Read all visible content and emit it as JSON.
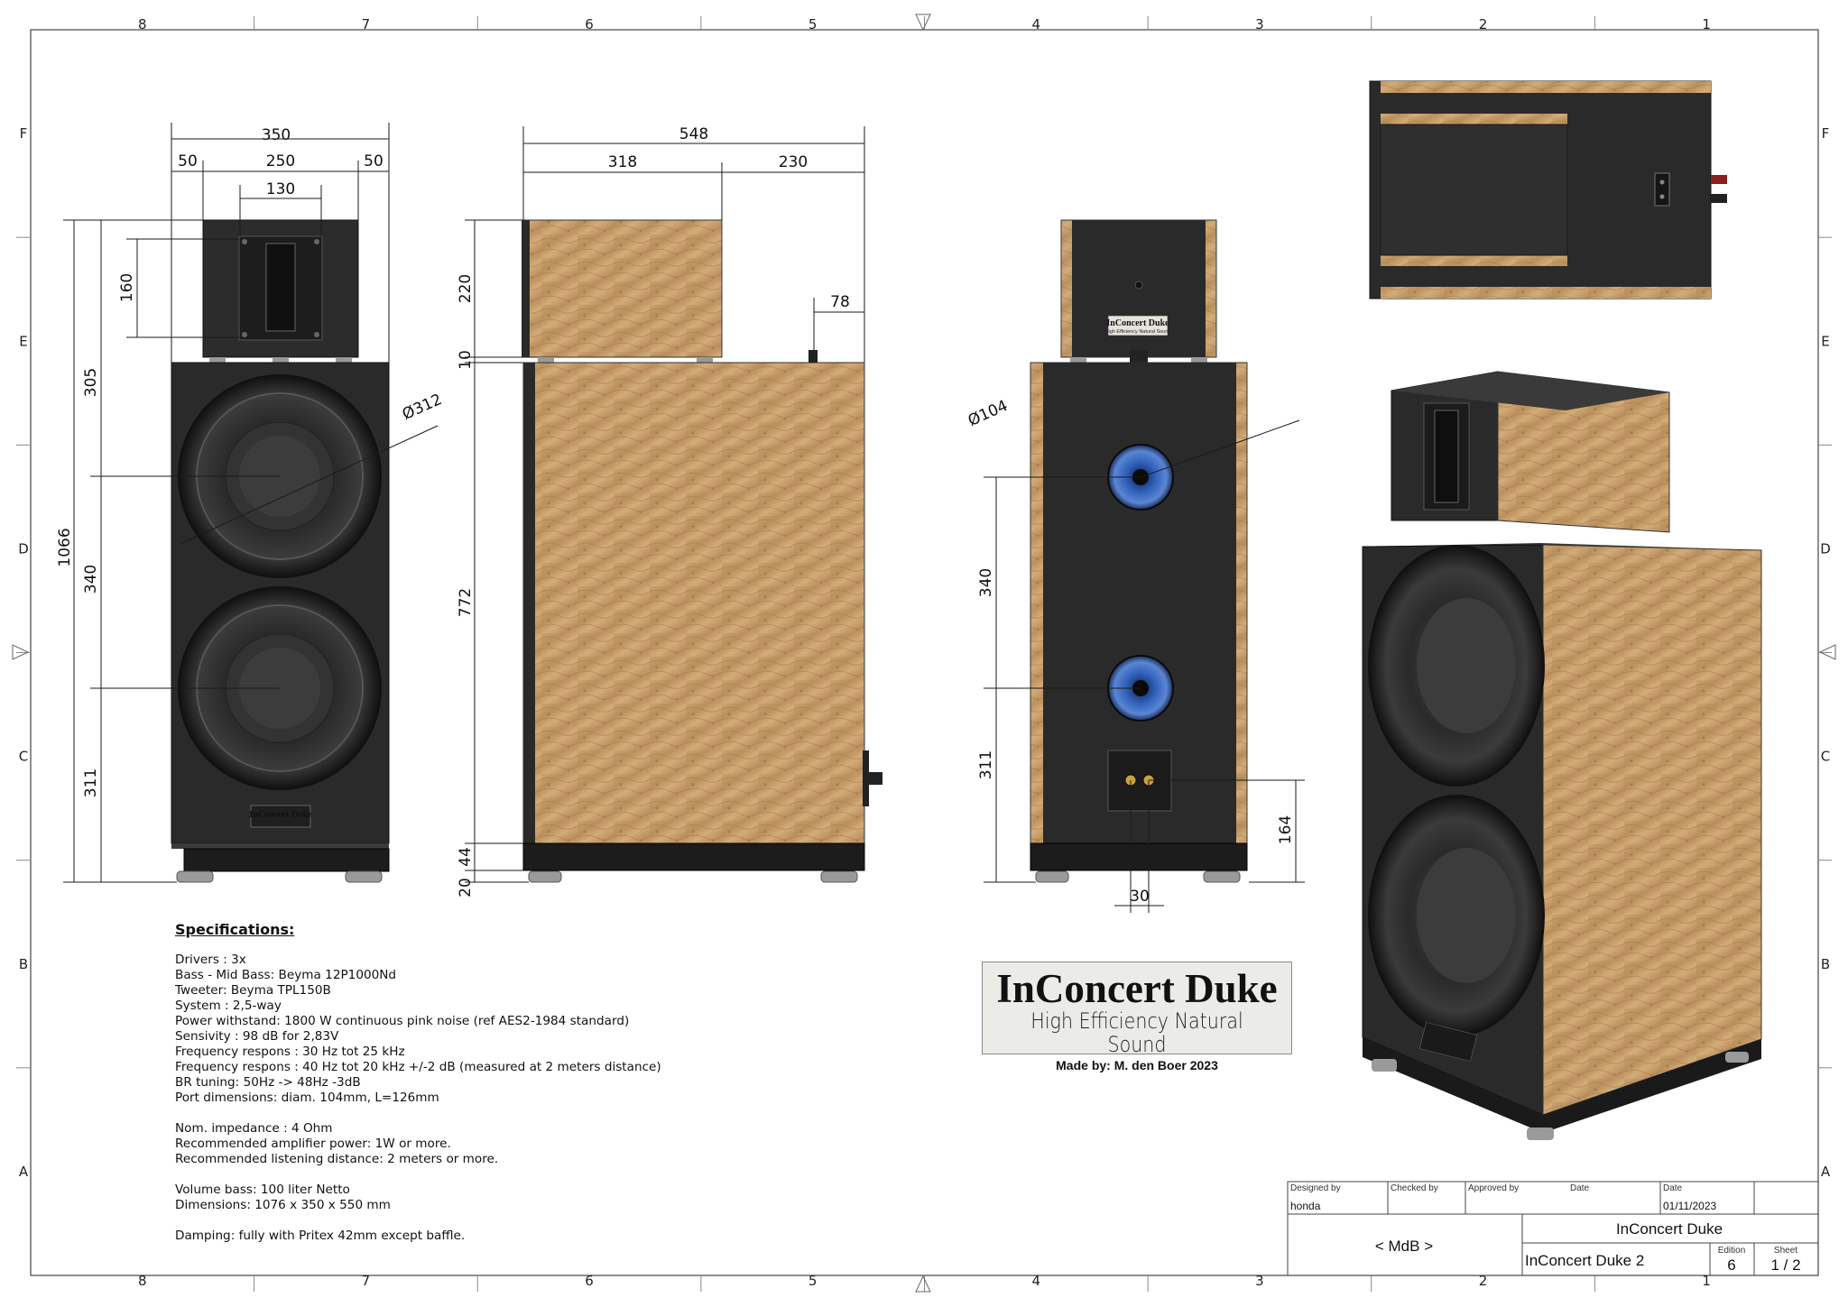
{
  "frame": {
    "columns": [
      "8",
      "7",
      "6",
      "5",
      "4",
      "3",
      "2",
      "1"
    ],
    "rows": [
      "F",
      "E",
      "D",
      "C",
      "B",
      "A"
    ]
  },
  "dimensions": {
    "front": {
      "overall_width": "350",
      "side_left": "50",
      "inner_width": "250",
      "side_right": "50",
      "tweeter_width": "130",
      "tweeter_height": "160",
      "overall_height": "1066",
      "tweeter_to_woofer": "305",
      "woofer_spacing": "340",
      "woofer_to_floor": "311",
      "woofer_diameter": "Ø312"
    },
    "side": {
      "overall_depth": "548",
      "top_depth": "318",
      "rear_offset": "230",
      "top_height": "220",
      "spacer": "10",
      "cabinet_height": "772",
      "plinth": "44",
      "feet": "20",
      "terminal_offset": "78"
    },
    "rear": {
      "port_diameter": "Ø104",
      "port_spacing": "340",
      "port_to_floor": "311",
      "terminal_height": "164",
      "terminal_spacing": "30"
    }
  },
  "labels": {
    "cabinet_badge": "InConcert Duke",
    "top_badge_line1": "InConcert Duke",
    "top_badge_line2": "High Efficiency Natural Sound"
  },
  "specs": {
    "title": "Specifications:",
    "groups": [
      [
        "Drivers : 3x",
        "Bass - Mid Bass: Beyma 12P1000Nd",
        "Tweeter: Beyma TPL150B",
        "System : 2,5-way",
        "Power withstand: 1800 W continuous pink noise (ref AES2-1984 standard)",
        "Sensivity : 98 dB for 2,83V",
        "Frequency respons : 30 Hz tot 25 kHz",
        "Frequency respons : 40 Hz tot 20 kHz +/-2 dB (measured at 2 meters distance)",
        "BR tuning: 50Hz -> 48Hz -3dB",
        "Port dimensions: diam. 104mm, L=126mm"
      ],
      [
        "Nom. impedance : 4 Ohm",
        "Recommended amplifier power: 1W or more.",
        "Recommended listening distance: 2 meters or more."
      ],
      [
        "Volume bass: 100 liter Netto",
        "Dimensions: 1076 x 350 x 550 mm"
      ],
      [
        "Damping: fully with Pritex 42mm except baffle."
      ]
    ]
  },
  "brand": {
    "title": "InConcert Duke",
    "subtitle": "High Efficiency Natural Sound",
    "made_by": "Made by: M. den Boer 2023"
  },
  "title_block": {
    "designed_by_label": "Designed by",
    "designed_by": "honda",
    "checked_by_label": "Checked by",
    "approved_by_label": "Approved by",
    "date_label": "Date",
    "date_label_2": "Date",
    "date": "01/11/2023",
    "company": "< MdB >",
    "title": "InConcert Duke",
    "document": "InConcert Duke 2",
    "edition_label": "Edition",
    "edition": "6",
    "sheet_label": "Sheet",
    "sheet": "1 / 2"
  },
  "colors": {
    "wood": "#c49a64",
    "cabinet": "#2b2b2b",
    "driver_blue": "#2f5fb8",
    "line": "#1a1a1a"
  }
}
